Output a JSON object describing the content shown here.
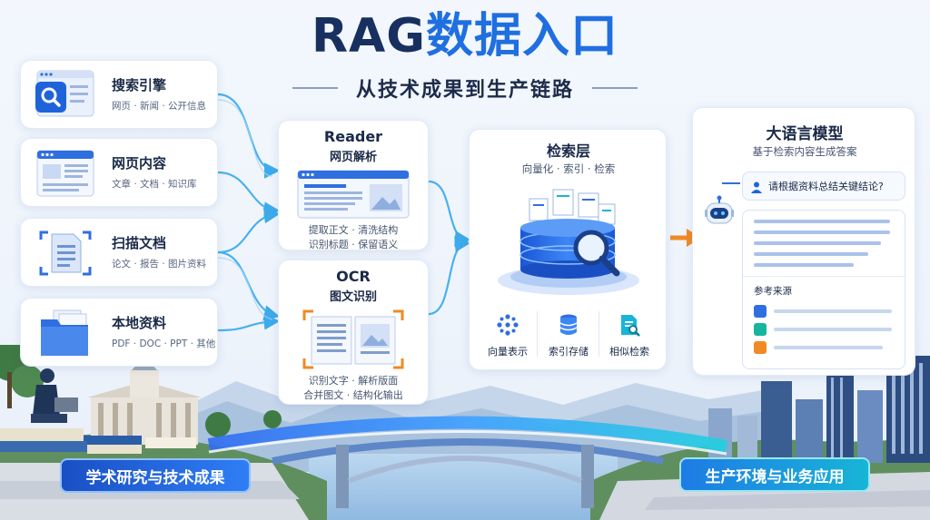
{
  "header": {
    "title_part1": "RAG",
    "title_part2": "数据入口",
    "subtitle": "从技术成果到生产链路"
  },
  "sources": [
    {
      "title": "搜索引擎",
      "subtitle": "网页 · 新闻 · 公开信息",
      "icon": "search-icon"
    },
    {
      "title": "网页内容",
      "subtitle": "文章 · 文档 · 知识库",
      "icon": "webpage-icon"
    },
    {
      "title": "扫描文档",
      "subtitle": "论文 · 报告 · 图片资料",
      "icon": "scanned-document-icon"
    },
    {
      "title": "本地资料",
      "subtitle": "PDF · DOC · PPT · 其他",
      "icon": "folder-icon"
    }
  ],
  "reader": {
    "title": "Reader",
    "subtitle": "网页解析",
    "desc_line1": "提取正文 · 清洗结构",
    "desc_line2": "识别标题 · 保留语义"
  },
  "ocr": {
    "title": "OCR",
    "subtitle": "图文识别",
    "desc_line1": "识别文字 · 解析版面",
    "desc_line2": "合并图文 · 结构化输出"
  },
  "retrieval": {
    "title": "检索层",
    "subtitle": "向量化 · 索引 · 检索",
    "features": [
      {
        "label": "向量表示",
        "icon": "vector-icon"
      },
      {
        "label": "索引存储",
        "icon": "database-icon"
      },
      {
        "label": "相似检索",
        "icon": "similar-search-icon"
      }
    ]
  },
  "llm": {
    "title": "大语言模型",
    "subtitle": "基于检索内容生成答案",
    "question": "请根据资料总结关键结论?",
    "references_label": "参考来源"
  },
  "footer": {
    "left_label": "学术研究与技术成果",
    "right_label": "生产环境与业务应用"
  },
  "colors": {
    "navy": "#17305f",
    "accent_blue": "#1f6fe0",
    "orange": "#f08a24",
    "teal": "#17b5d6"
  }
}
